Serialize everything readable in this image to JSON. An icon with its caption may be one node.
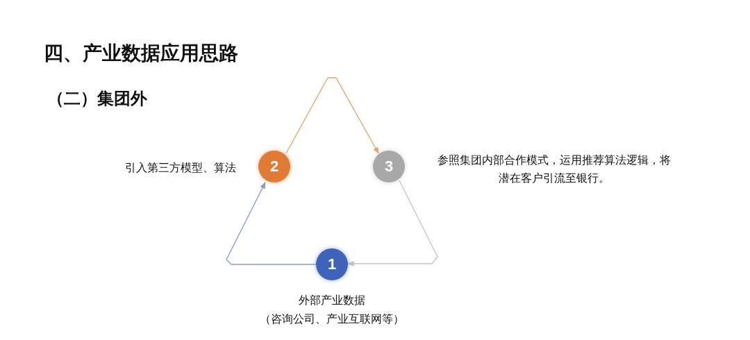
{
  "diagram": {
    "title": "四、产业数据应用思路",
    "nodes": [
      {
        "text": [
          "2"
        ],
        "beside": [
          "引入第三方模型、算法"
        ]
      },
      {
        "text": [
          "3"
        ],
        "beside": [
          "参照集团内部合作模式，运用推荐算法逻辑，将潜在客户引流至银行。"
        ]
      },
      {
        "text": [
          "1"
        ],
        "beside": [
          "外部产业数据",
          "（咨询公司、产业互联网等）"
        ]
      }
    ],
    "edges": [
      {
        "from": 2,
        "to": 0,
        "arrow": "to",
        "color": "#8a9ccc"
      },
      {
        "from": 0,
        "to": 1,
        "arrow": "to",
        "color": "#e8a468"
      },
      {
        "from": 1,
        "to": 2,
        "arrow": "to",
        "color": "#c4c4c4"
      }
    ],
    "labels": [
      "（二）集团外"
    ]
  }
}
